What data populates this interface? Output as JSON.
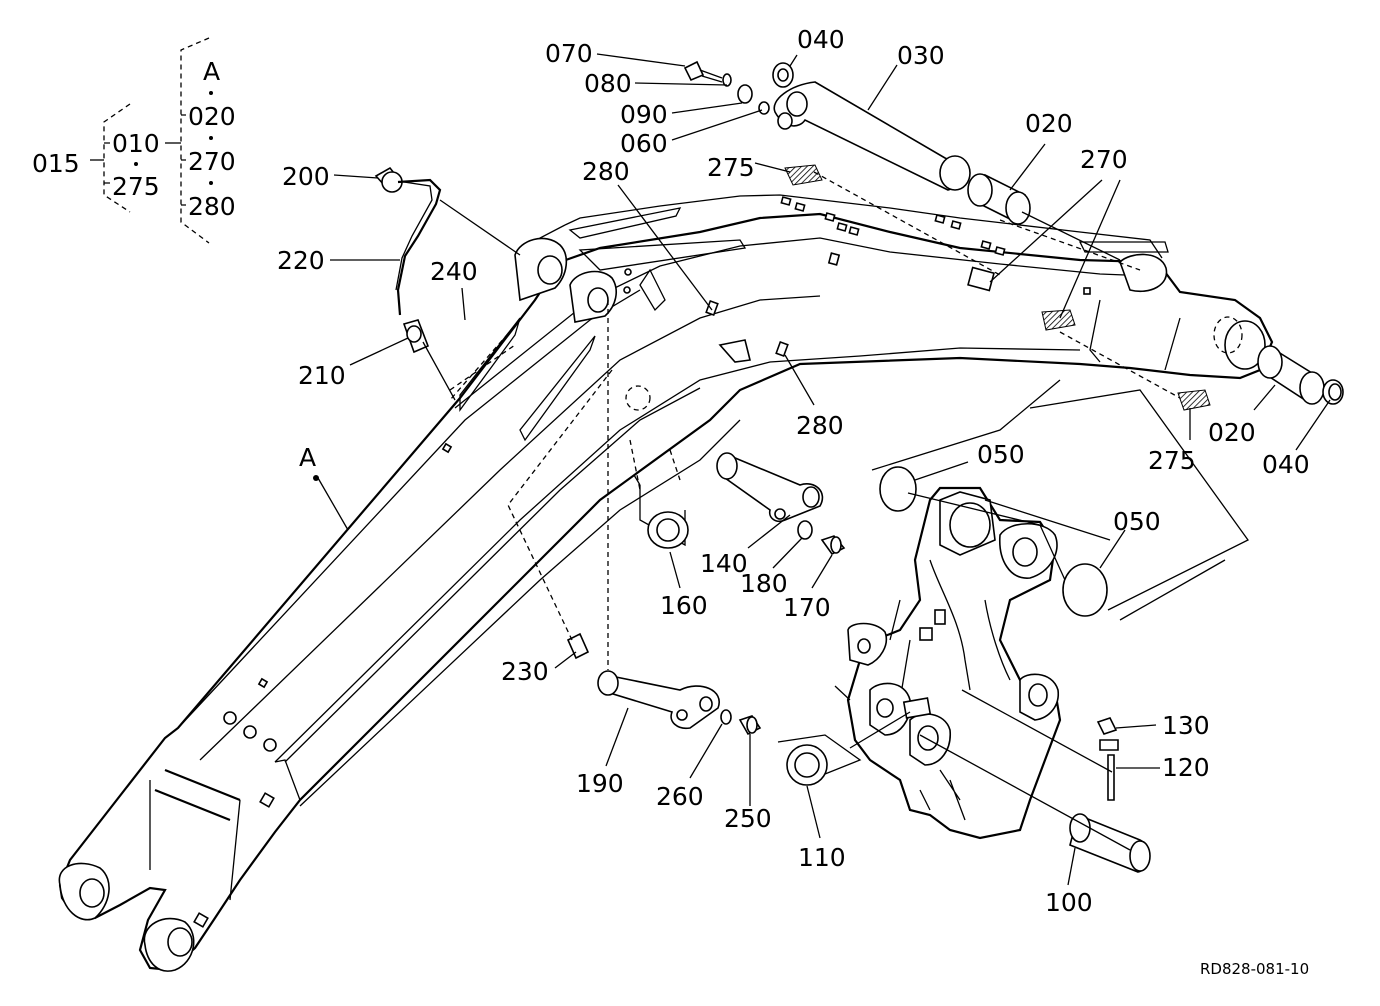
{
  "diagram": {
    "code": "RD828-081-10",
    "structure_key": {
      "assembly": "015",
      "group_1": [
        "010",
        "275"
      ],
      "group_2": [
        "A",
        "020",
        "270",
        "280"
      ]
    },
    "callouts": [
      {
        "id": "c070",
        "label": "070"
      },
      {
        "id": "c040a",
        "label": "040"
      },
      {
        "id": "c030",
        "label": "030"
      },
      {
        "id": "c080",
        "label": "080"
      },
      {
        "id": "c090",
        "label": "090"
      },
      {
        "id": "c060",
        "label": "060"
      },
      {
        "id": "c020a",
        "label": "020"
      },
      {
        "id": "c270",
        "label": "270"
      },
      {
        "id": "c280a",
        "label": "280"
      },
      {
        "id": "c275a",
        "label": "275"
      },
      {
        "id": "c200",
        "label": "200"
      },
      {
        "id": "c220",
        "label": "220"
      },
      {
        "id": "c240",
        "label": "240"
      },
      {
        "id": "c210",
        "label": "210"
      },
      {
        "id": "cA",
        "label": "A"
      },
      {
        "id": "c280b",
        "label": "280"
      },
      {
        "id": "c020b",
        "label": "020"
      },
      {
        "id": "c040b",
        "label": "040"
      },
      {
        "id": "c275b",
        "label": "275"
      },
      {
        "id": "c050a",
        "label": "050"
      },
      {
        "id": "c050b",
        "label": "050"
      },
      {
        "id": "c140",
        "label": "140"
      },
      {
        "id": "c180",
        "label": "180"
      },
      {
        "id": "c170",
        "label": "170"
      },
      {
        "id": "c160",
        "label": "160"
      },
      {
        "id": "c230",
        "label": "230"
      },
      {
        "id": "c190",
        "label": "190"
      },
      {
        "id": "c260",
        "label": "260"
      },
      {
        "id": "c250",
        "label": "250"
      },
      {
        "id": "c130",
        "label": "130"
      },
      {
        "id": "c120",
        "label": "120"
      },
      {
        "id": "c110",
        "label": "110"
      },
      {
        "id": "c100",
        "label": "100"
      }
    ]
  }
}
